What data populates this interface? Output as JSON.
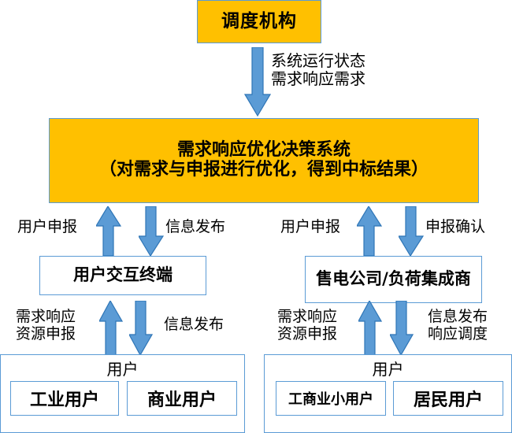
{
  "diagram": {
    "title_box": {
      "label": "调度机构"
    },
    "decision_box": {
      "line1": "需求响应优化决策系统",
      "line2": "（对需求与申报进行优化，得到中标结果）"
    },
    "terminal_box": {
      "label": "用户交互终端"
    },
    "retailer_box": {
      "label": "售电公司/负荷集成商"
    },
    "users_left": {
      "title": "用户",
      "items": [
        {
          "label": "工业用户"
        },
        {
          "label": "商业用户"
        }
      ]
    },
    "users_right": {
      "title": "用户",
      "items": [
        {
          "label": "工商业小用户"
        },
        {
          "label": "居民用户"
        }
      ]
    },
    "flow_labels": [
      {
        "text": "系统运行状态\n需求响应需求"
      },
      {
        "text": "用户申报"
      },
      {
        "text": "信息发布"
      },
      {
        "text": "用户申报"
      },
      {
        "text": "申报确认"
      },
      {
        "text": "需求响应\n资源申报"
      },
      {
        "text": "信息发布"
      },
      {
        "text": "需求响应\n资源申报"
      },
      {
        "text": "信息发布\n响应调度"
      }
    ],
    "colors": {
      "accent_yellow": "#FFC000",
      "arrow_fill": "#5B9BD5",
      "arrow_stroke": "#2E75B6",
      "border_blue": "#5B9BD5",
      "text": "#000000",
      "background": "#FFFFFF"
    }
  }
}
